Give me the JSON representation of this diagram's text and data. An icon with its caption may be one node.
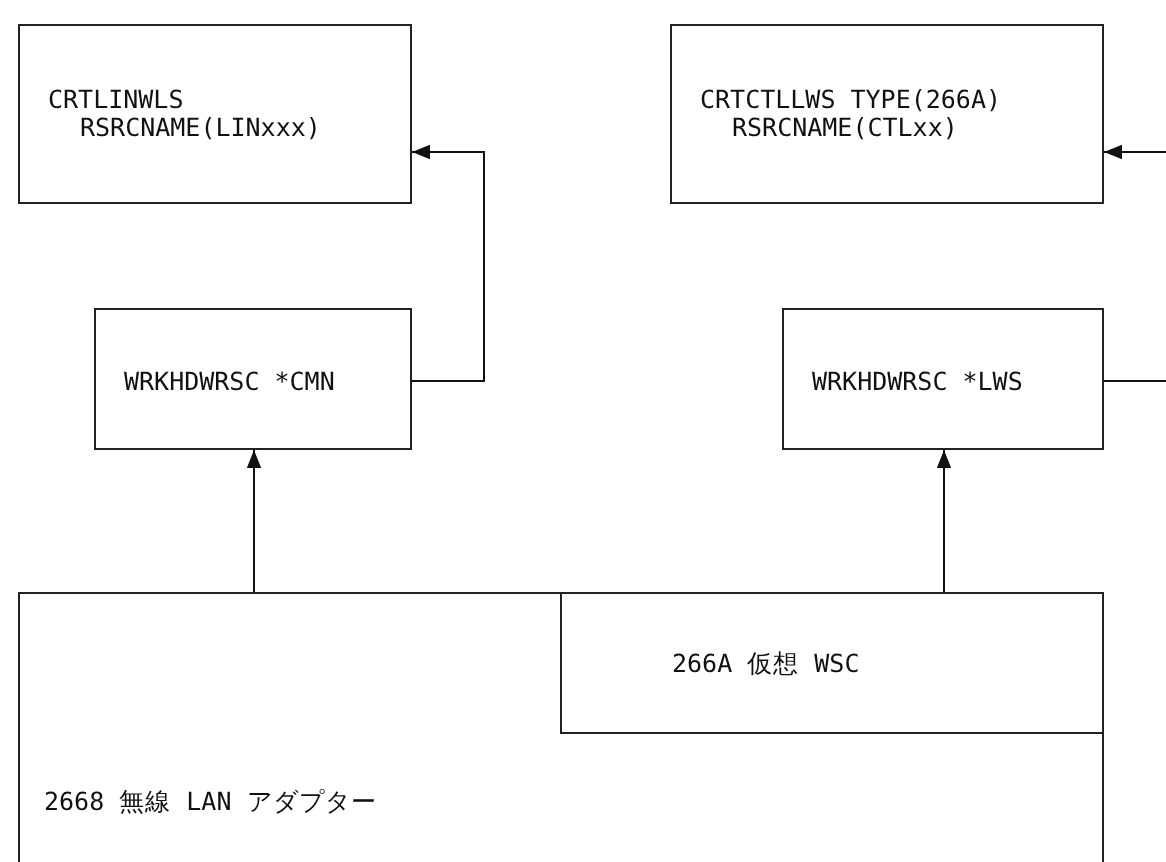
{
  "diagram": {
    "nodes": [
      {
        "text": [
          "CRTLINWLS RSRCNAME(LINxxx)"
        ]
      },
      {
        "text": [
          "CRTCTLLWS TYPE(266A) RSRCNAME(CTLxx)"
        ]
      },
      {
        "text": [
          "WRKHDWRSC *CMN"
        ]
      },
      {
        "text": [
          "WRKHDWRSC *LWS"
        ]
      },
      {
        "text": [
          "2668 無線 LAN アダプター"
        ]
      },
      {
        "text": [
          "266A 仮想 WSC"
        ],
        "in": 4
      }
    ],
    "edges": [
      {
        "from": 2,
        "to": 0,
        "arrow": "to"
      },
      {
        "from": 3,
        "to": 1,
        "arrow": "to"
      },
      {
        "from": 4,
        "to": 2,
        "arrow": "to"
      },
      {
        "from": 5,
        "to": 3,
        "arrow": "to"
      }
    ]
  }
}
